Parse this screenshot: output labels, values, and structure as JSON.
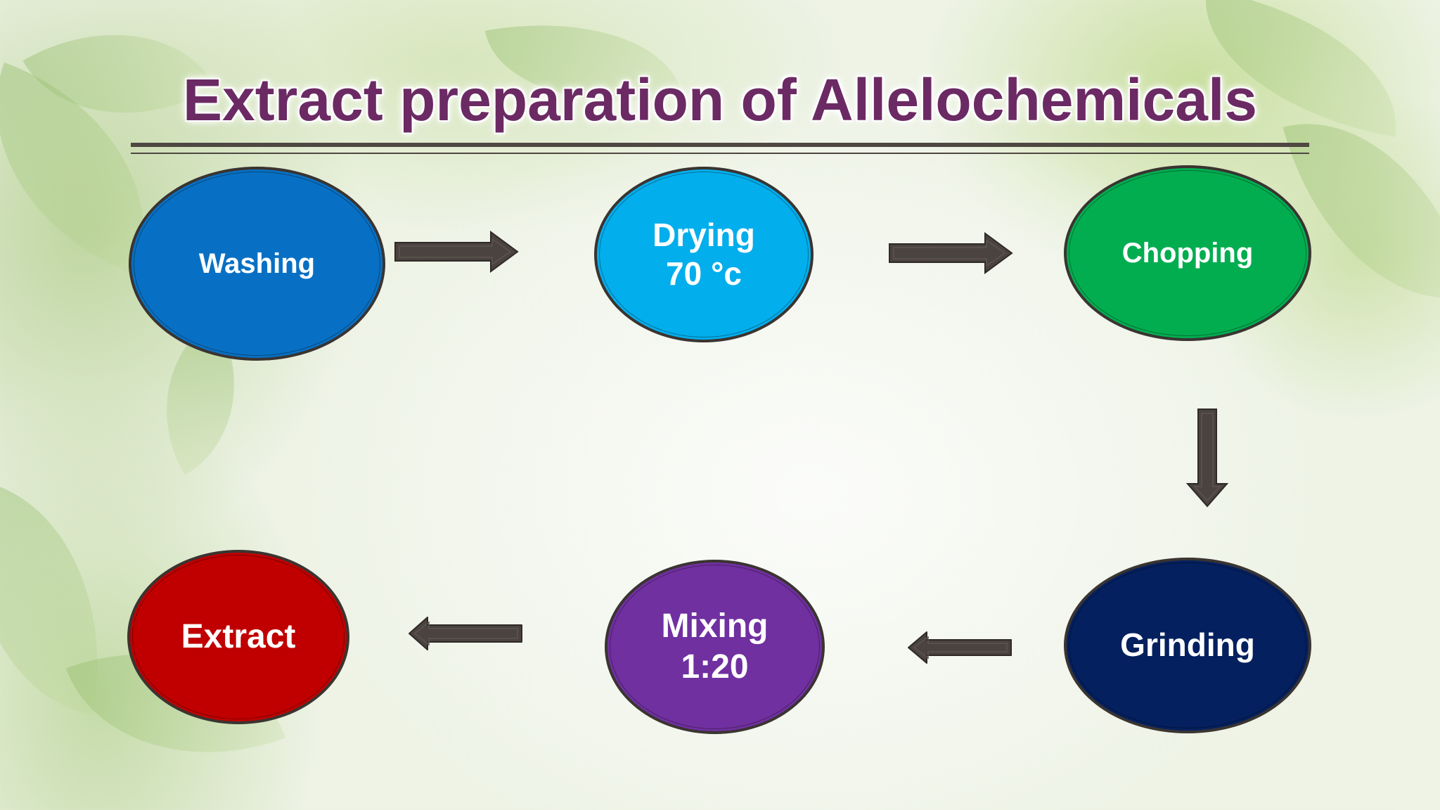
{
  "slide": {
    "title": "Extract preparation of Allelochemicals",
    "title_color": "#6b2a63"
  },
  "steps": [
    {
      "id": "washing",
      "label_line1": "Washing",
      "label_line2": "",
      "color": "#0870c4"
    },
    {
      "id": "drying",
      "label_line1": "Drying",
      "label_line2": "70 °c",
      "color": "#03aeec"
    },
    {
      "id": "chopping",
      "label_line1": "Chopping",
      "label_line2": "",
      "color": "#02ad50"
    },
    {
      "id": "grinding",
      "label_line1": "Grinding",
      "label_line2": "",
      "color": "#04205f"
    },
    {
      "id": "mixing",
      "label_line1": "Mixing",
      "label_line2": "1:20",
      "color": "#7030a0"
    },
    {
      "id": "extract",
      "label_line1": "Extract",
      "label_line2": "",
      "color": "#c00000"
    }
  ],
  "arrows": [
    {
      "from": "washing",
      "to": "drying",
      "direction": "right"
    },
    {
      "from": "drying",
      "to": "chopping",
      "direction": "right"
    },
    {
      "from": "chopping",
      "to": "grinding",
      "direction": "down"
    },
    {
      "from": "grinding",
      "to": "mixing",
      "direction": "left"
    },
    {
      "from": "mixing",
      "to": "extract",
      "direction": "left"
    }
  ],
  "arrow_color": "#4a433f"
}
